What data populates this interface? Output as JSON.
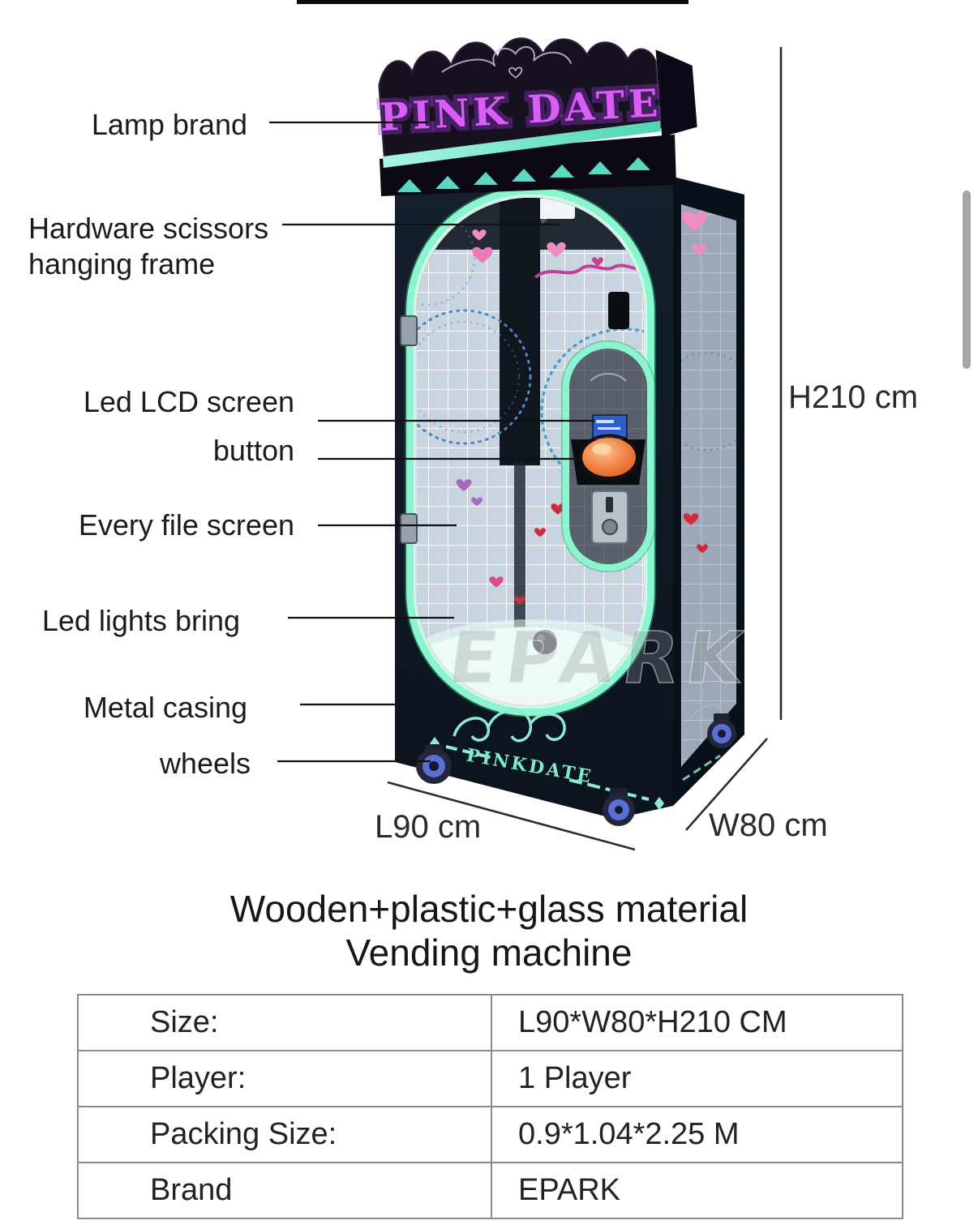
{
  "machine": {
    "sign_text": "PINK DATE",
    "base_text": "PINKDATE",
    "watermark": "EPARK",
    "colors": {
      "neon_green": "#8bf5cf",
      "neon_purple": "#da5df8",
      "teal_stripe": "#5ad9c2",
      "cabinet_dark": "#101a26",
      "glass": "#c8d4e0",
      "lcd_blue": "#2e5fc9",
      "button_orange": "#e8672f",
      "heart_pink": "#ef8cc3",
      "heart_red": "#cf2b3d"
    }
  },
  "callouts": [
    {
      "label": "Lamp brand"
    },
    {
      "label": "Hardware scissors\nhanging frame"
    },
    {
      "label": "Led LCD screen"
    },
    {
      "label": "button"
    },
    {
      "label": "Every file screen"
    },
    {
      "label": "Led lights bring"
    },
    {
      "label": "Metal casing"
    },
    {
      "label": "wheels"
    }
  ],
  "dimensions": {
    "height": "H210 cm",
    "length": "L90 cm",
    "width": "W80 cm"
  },
  "title": {
    "line1": "Wooden+plastic+glass material",
    "line2": "Vending machine"
  },
  "spec_table": {
    "rows": [
      {
        "label": "Size:",
        "value": "L90*W80*H210 CM"
      },
      {
        "label": "Player:",
        "value": "1 Player"
      },
      {
        "label": "Packing Size:",
        "value": "0.9*1.04*2.25 M"
      },
      {
        "label": "Brand",
        "value": "EPARK"
      }
    ]
  }
}
